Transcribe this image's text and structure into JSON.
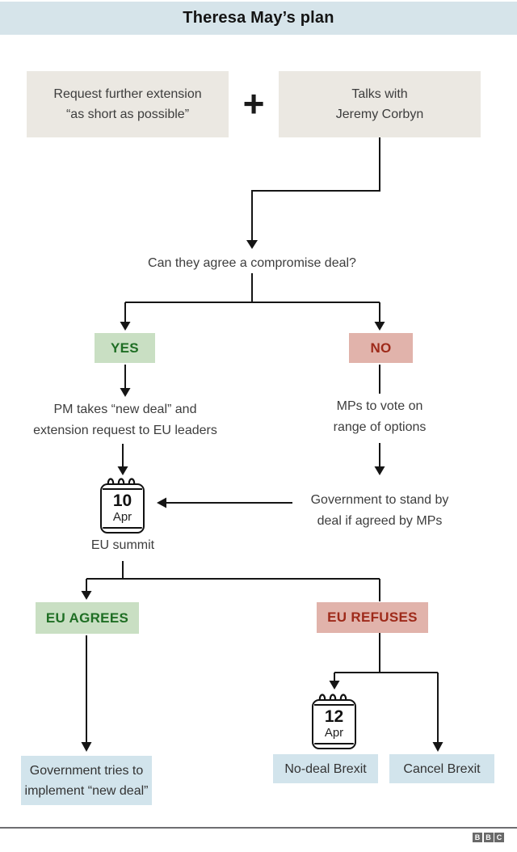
{
  "title": "Theresa May’s plan",
  "top_row": {
    "request_box": [
      "Request further extension",
      "“as short as possible”"
    ],
    "plus": "+",
    "talks_box": [
      "Talks with",
      "Jeremy Corbyn"
    ]
  },
  "question": "Can they agree a compromise deal?",
  "yes_label": "YES",
  "no_label": "NO",
  "pm_takes": [
    "PM takes “new deal” and",
    "extension request to EU leaders"
  ],
  "mps_vote": [
    "MPs to vote on",
    "range of options"
  ],
  "stand_by": [
    "Government to stand by",
    "deal if agreed by MPs"
  ],
  "calendar_10": {
    "day": "10",
    "month": "Apr",
    "caption": "EU summit"
  },
  "eu_agrees_label": "EU AGREES",
  "eu_refuses_label": "EU REFUSES",
  "implement_box": [
    "Government tries to",
    "implement “new deal”"
  ],
  "calendar_12": {
    "day": "12",
    "month": "Apr"
  },
  "no_deal_label": "No-deal Brexit",
  "cancel_label": "Cancel Brexit",
  "brand": {
    "letters": [
      "B",
      "B",
      "C"
    ]
  },
  "colors": {
    "header_bg": "#d6e4ea",
    "input_box_bg": "#ebe8e2",
    "yes_bg": "#c9dfc3",
    "yes_text": "#1f6e24",
    "no_bg": "#e1b3ab",
    "no_text": "#9e2a1a",
    "outcome_bg": "#d2e4ec",
    "line": "#151515",
    "bbc_gray": "#696969"
  }
}
